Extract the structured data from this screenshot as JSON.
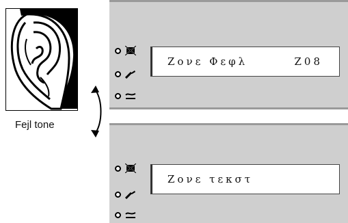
{
  "caption": "Fejl tone",
  "indicators": {
    "alarm_icon": "crossed-bell-icon",
    "fault_icon": "wrench-icon",
    "power_icon": "approx-equal-icon"
  },
  "panels": [
    {
      "display_text": "Ζονε Φεφλ",
      "display_code": "Ζ08"
    },
    {
      "display_text": "Ζονε τεκστ",
      "display_code": ""
    }
  ]
}
